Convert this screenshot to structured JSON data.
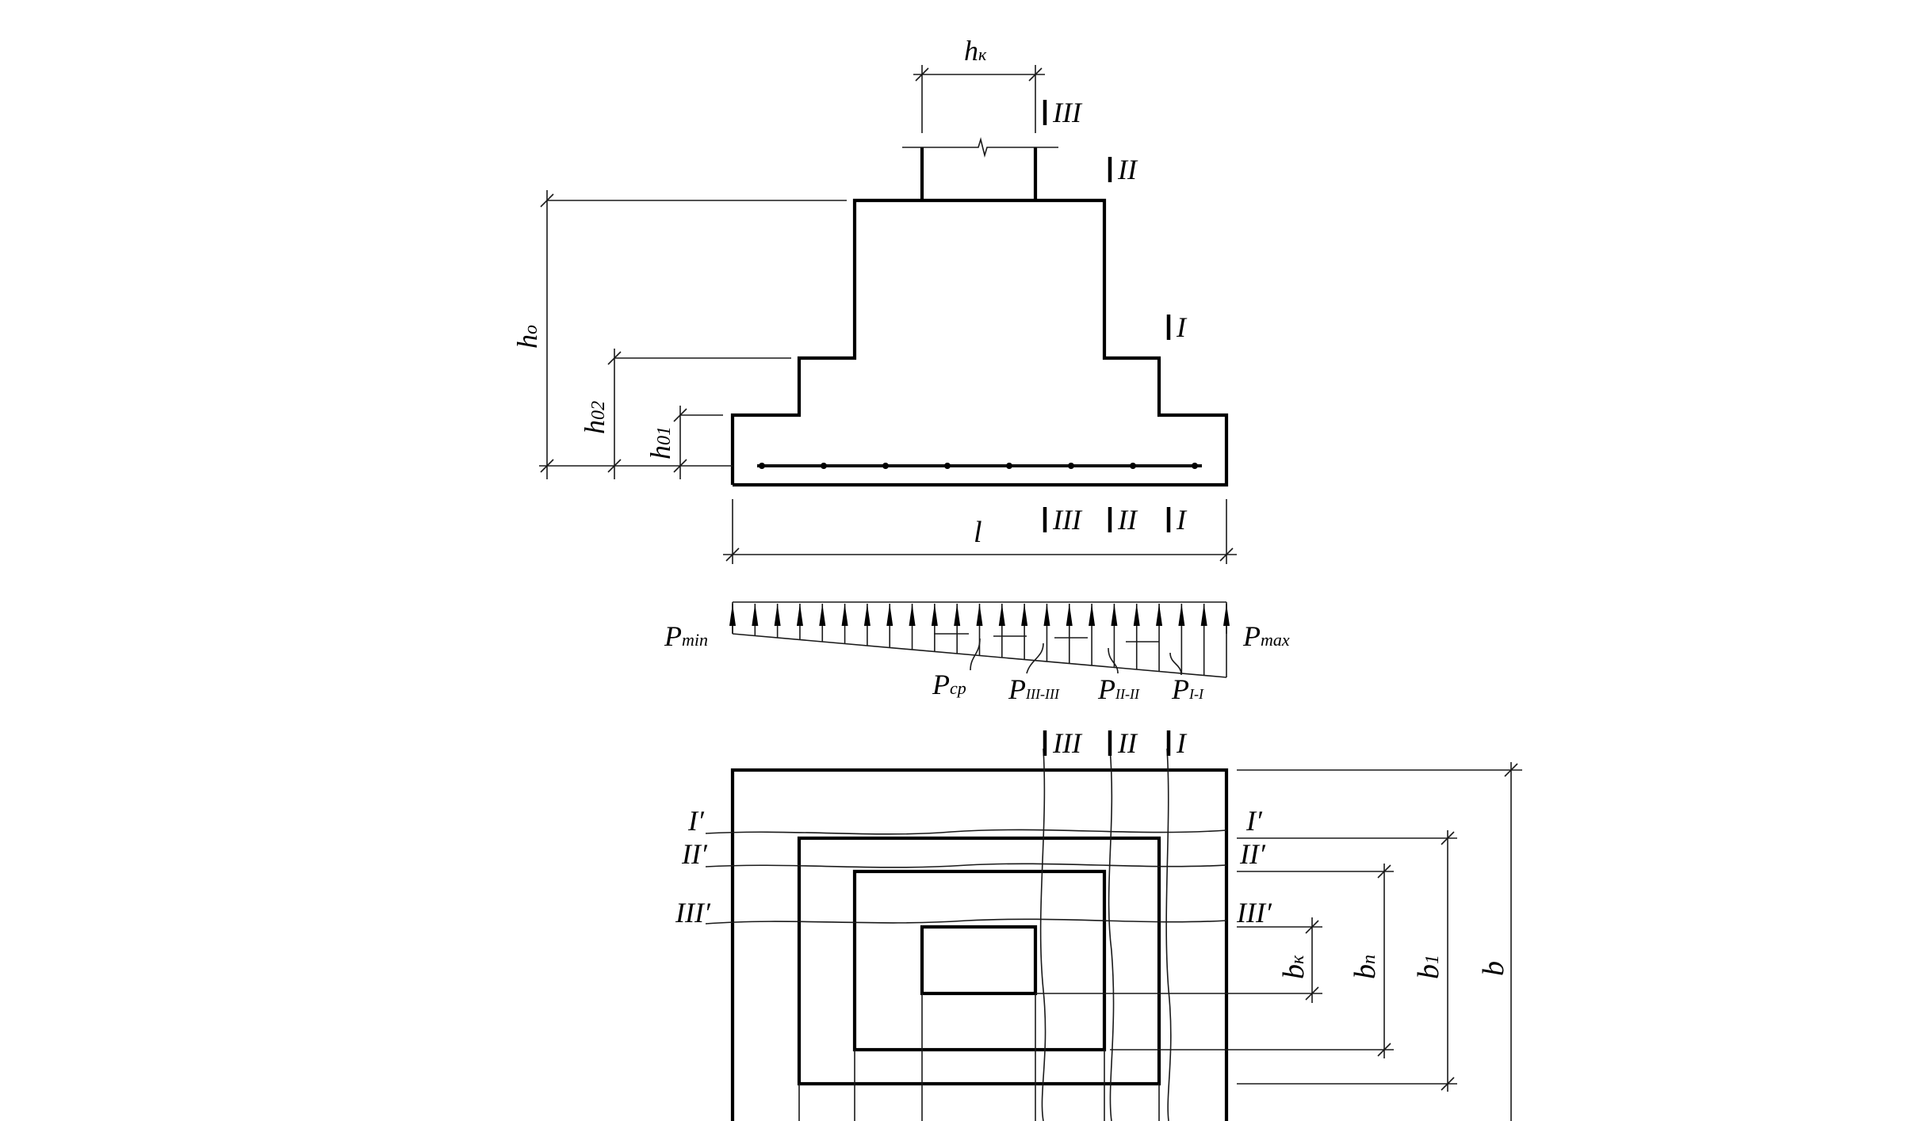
{
  "labels": {
    "hk": "h",
    "hk_sub": "к",
    "ho": "h",
    "ho_sub": "o",
    "h02": "h",
    "h02_sub": "02",
    "h01": "h",
    "h01_sub": "01",
    "l": "l",
    "bk": "b",
    "bk_sub": "к",
    "bn": "b",
    "bn_sub": "n",
    "b1": "b",
    "b1_sub": "1",
    "b": "b"
  },
  "sections": {
    "I": "I",
    "II": "II",
    "III": "III",
    "I_prime": "I′",
    "II_prime": "II′",
    "III_prime": "III′"
  },
  "pressure": {
    "p": "P",
    "min": "min",
    "max": "max",
    "cp": "ср",
    "p3": "III-III",
    "p2": "II-II",
    "p1": "I-I"
  }
}
